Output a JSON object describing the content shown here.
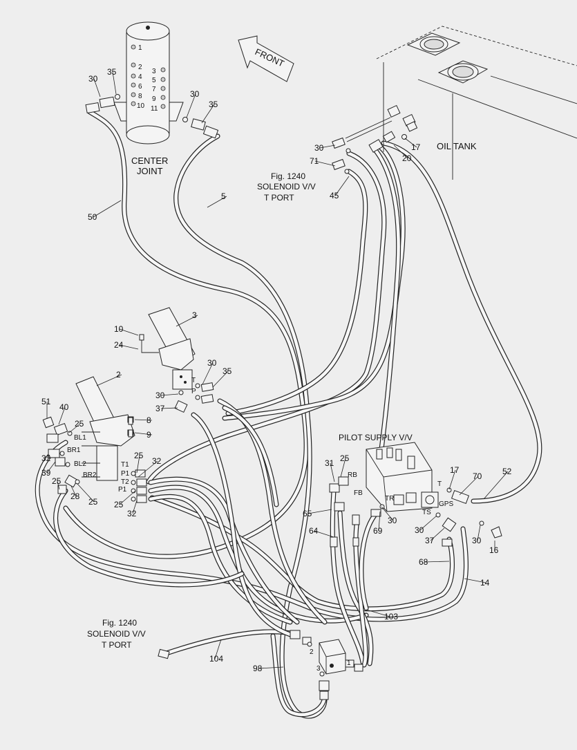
{
  "labels": {
    "center_joint": [
      "CENTER",
      "JOINT"
    ],
    "front": "FRONT",
    "oil_tank": "OIL TANK",
    "pilot_supply": "PILOT SUPPLY V/V",
    "ref_top": [
      "Fig. 1240",
      "SOLENOID V/V",
      "T  PORT"
    ],
    "ref_bottom": [
      "Fig. 1240",
      "SOLENOID V/V",
      "T  PORT"
    ]
  },
  "center_joint_ports": [
    "1",
    "2",
    "4",
    "6",
    "8",
    "10",
    "3",
    "5",
    "7",
    "9",
    "11"
  ],
  "port_letters": [
    "BL1",
    "BR1",
    "BL2",
    "BR2",
    "T1",
    "P1",
    "T2",
    "P1",
    "T",
    "P",
    "RB",
    "FB",
    "TR",
    "TS",
    "T",
    "GPS",
    "1",
    "2",
    "3"
  ],
  "callouts": [
    "30",
    "35",
    "30",
    "35",
    "5",
    "50",
    "30",
    "71",
    "45",
    "17",
    "20",
    "3",
    "10",
    "24",
    "30",
    "35",
    "2",
    "30",
    "37",
    "51",
    "40",
    "25",
    "8",
    "9",
    "32",
    "39",
    "25",
    "28",
    "25",
    "25",
    "32",
    "25",
    "32",
    "31",
    "25",
    "65",
    "64",
    "69",
    "30",
    "17",
    "70",
    "52",
    "30",
    "37",
    "30",
    "16",
    "68",
    "14",
    "103",
    "104",
    "98"
  ],
  "icons": [
    "front-arrow-icon"
  ]
}
